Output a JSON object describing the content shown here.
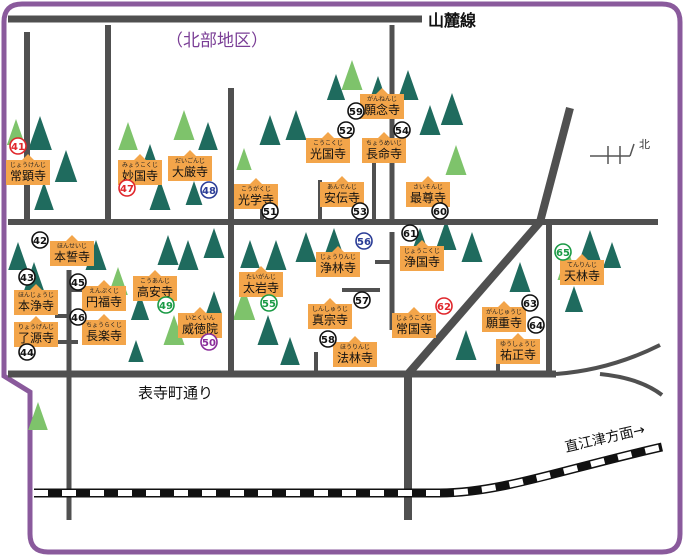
{
  "map": {
    "area_title": "（北部地区）",
    "north_label": "北",
    "roads": {
      "north_rail": "山麓線",
      "main_street": "表寺町通り",
      "east_direction": "直江津方面→"
    }
  },
  "temples": [
    {
      "id": "41",
      "name": "常顕寺",
      "furigana": "じょうけんじ",
      "num_style": "red"
    },
    {
      "id": "42",
      "name": "本誓寺",
      "furigana": "ほんせいじ",
      "num_style": "black"
    },
    {
      "id": "43",
      "name": "本浄寺",
      "furigana": "ほんじょうじ",
      "num_style": "black"
    },
    {
      "id": "44",
      "name": "了源寺",
      "furigana": "りょうげんじ",
      "num_style": "black"
    },
    {
      "id": "45",
      "name": "円福寺",
      "furigana": "えんぷくじ",
      "num_style": "black"
    },
    {
      "id": "46",
      "name": "長楽寺",
      "furigana": "ちょうらくじ",
      "num_style": "black"
    },
    {
      "id": "47",
      "name": "妙国寺",
      "furigana": "みょうこくじ",
      "num_style": "red"
    },
    {
      "id": "48",
      "name": "大厳寺",
      "furigana": "だいごんじ",
      "num_style": "blue"
    },
    {
      "id": "49",
      "name": "高安寺",
      "furigana": "こうあんじ",
      "num_style": "green"
    },
    {
      "id": "50",
      "name": "威徳院",
      "furigana": "いとくいん",
      "num_style": "purple"
    },
    {
      "id": "51",
      "name": "光学寺",
      "furigana": "こうがくじ",
      "num_style": "black"
    },
    {
      "id": "52",
      "name": "光国寺",
      "furigana": "こうこくじ",
      "num_style": "black"
    },
    {
      "id": "53",
      "name": "安伝寺",
      "furigana": "あんでんじ",
      "num_style": "black"
    },
    {
      "id": "54",
      "name": "長命寺",
      "furigana": "ちょうめいじ",
      "num_style": "black"
    },
    {
      "id": "55",
      "name": "太岩寺",
      "furigana": "たいがんじ",
      "num_style": "green"
    },
    {
      "id": "56",
      "name": "浄林寺",
      "furigana": "じょうりんじ",
      "num_style": "blue"
    },
    {
      "id": "57",
      "name": "真宗寺",
      "furigana": "しんしゅうじ",
      "num_style": "black"
    },
    {
      "id": "58",
      "name": "法林寺",
      "furigana": "ほうりんじ",
      "num_style": "black"
    },
    {
      "id": "59",
      "name": "願念寺",
      "furigana": "がんねんじ",
      "num_style": "black"
    },
    {
      "id": "60",
      "name": "最尊寺",
      "furigana": "さいそんじ",
      "num_style": "black"
    },
    {
      "id": "61",
      "name": "浄国寺",
      "furigana": "じょうこくじ",
      "num_style": "black"
    },
    {
      "id": "62",
      "name": "常国寺",
      "furigana": "じょうこくじ",
      "num_style": "red"
    },
    {
      "id": "63",
      "name": "願重寺",
      "furigana": "がんじゅうじ",
      "num_style": "black"
    },
    {
      "id": "64",
      "name": "祐正寺",
      "furigana": "ゆうしょうじ",
      "num_style": "black"
    },
    {
      "id": "65",
      "name": "天林寺",
      "furigana": "てんりんじ",
      "num_style": "green"
    }
  ],
  "colors": {
    "frame": "#8a5a9c",
    "road": "#505050",
    "label_fill": "#f3a54a",
    "tree_dark": "#1f6b5e",
    "tree_light": "#7ec36b",
    "num_red": "#e0262b",
    "num_blue": "#2a3c96",
    "num_green": "#1a9a45",
    "num_purple": "#8a2c9a",
    "num_black": "#111111"
  }
}
